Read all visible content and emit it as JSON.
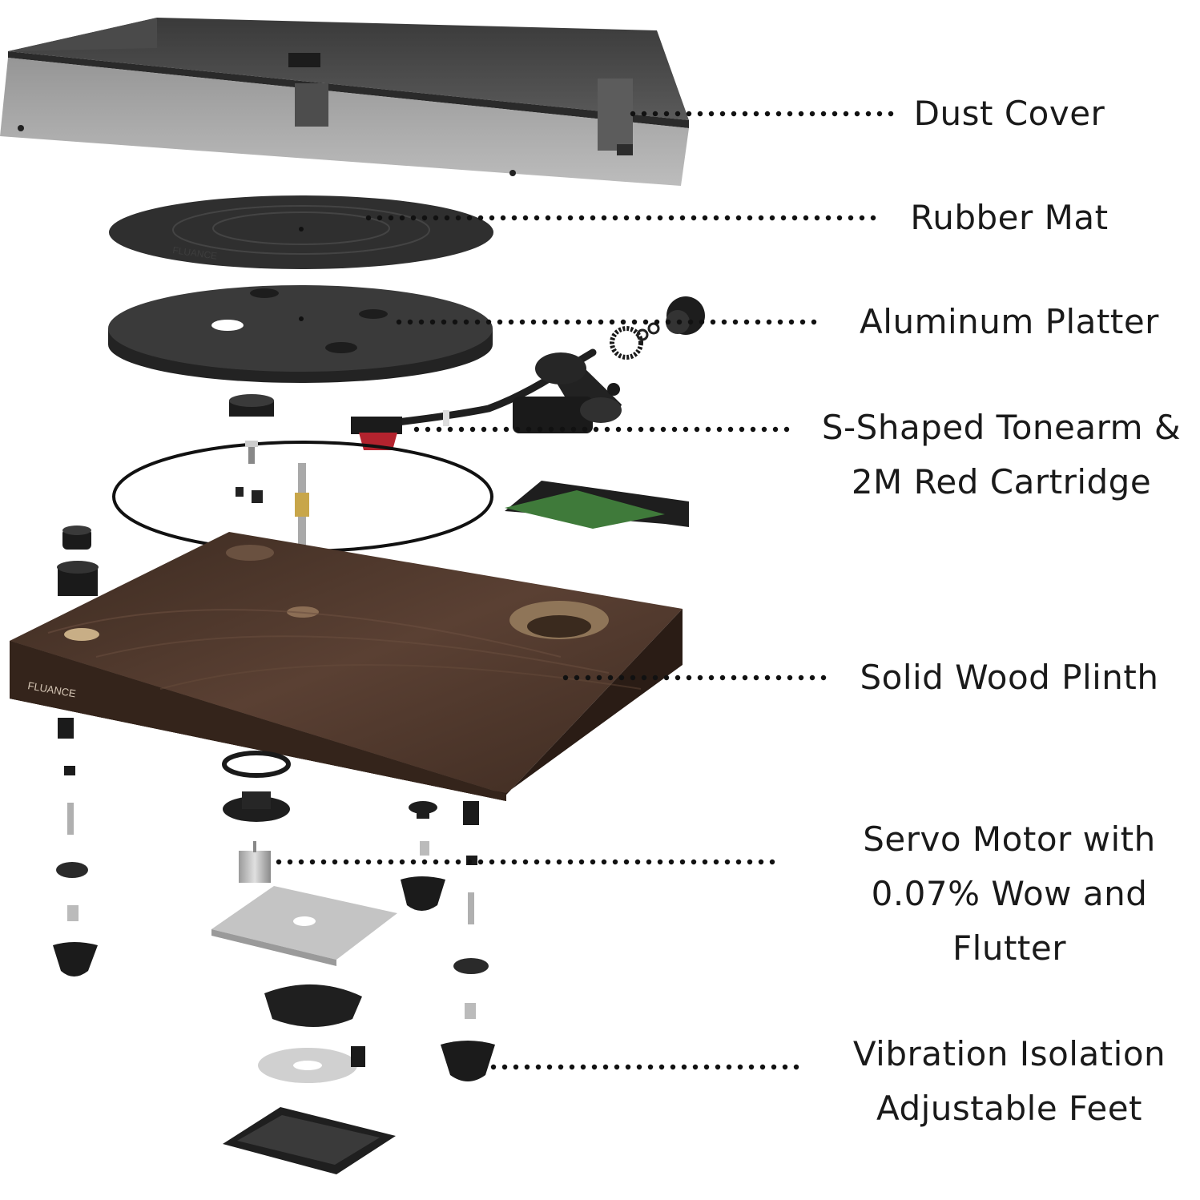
{
  "brand": {
    "plinth_logo": "FLUANCE",
    "mat_logo": "FLUANCE"
  },
  "colors": {
    "wood": "#4a3428",
    "wood_dark": "#2e1f17",
    "cover_tint": "#7d7d7d",
    "rubber": "#2f2f2f",
    "platter": "#3a3a3a",
    "cartridge_red": "#b3232e",
    "pcb_green": "#3f7a3a",
    "metal": "#b8b8b8",
    "text": "#1a1a1a"
  },
  "callouts": [
    {
      "id": "dust-cover",
      "lines": [
        "Dust Cover"
      ]
    },
    {
      "id": "rubber-mat",
      "lines": [
        "Rubber Mat"
      ]
    },
    {
      "id": "aluminum-platter",
      "lines": [
        "Aluminum Platter"
      ]
    },
    {
      "id": "tonearm",
      "lines": [
        "S-Shaped Tonearm &",
        "2M Red Cartridge"
      ]
    },
    {
      "id": "plinth",
      "lines": [
        "Solid Wood Plinth"
      ]
    },
    {
      "id": "servo-motor",
      "lines": [
        "Servo Motor with",
        "0.07% Wow and",
        "Flutter"
      ]
    },
    {
      "id": "feet",
      "lines": [
        "Vibration Isolation",
        "Adjustable Feet"
      ]
    }
  ]
}
